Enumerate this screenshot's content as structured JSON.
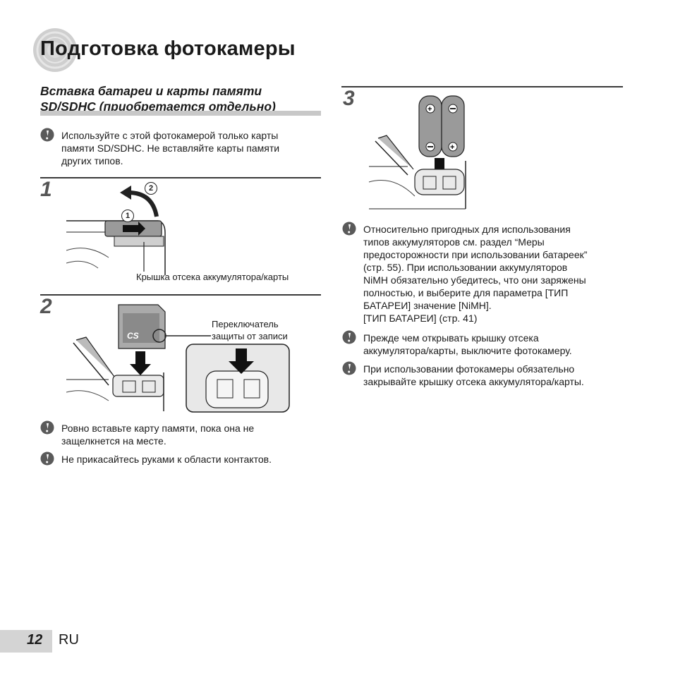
{
  "page": {
    "title": "Подготовка фотокамеры",
    "number": "12",
    "language": "RU"
  },
  "section": {
    "title_line1": "Вставка батареи и карты памяти",
    "title_line2": "SD/SDHC (приобретается отдельно)"
  },
  "left": {
    "intro_note": [
      "Используйте с этой фотокамерой только карты",
      "памяти SD/SDHC. Не вставляйте карты памяти",
      "других типов."
    ],
    "step1": {
      "number": "1",
      "marker1": "1",
      "marker2": "2",
      "caption": "Крышка отсека аккумулятора/карты"
    },
    "step2": {
      "number": "2",
      "card_logo": "CS",
      "caption_line1": "Переключатель",
      "caption_line2": "защиты от записи"
    },
    "notes": [
      [
        "Ровно вставьте карту памяти, пока она не",
        "защелкнется на месте."
      ],
      [
        "Не прикасайтесь руками к области контактов."
      ]
    ]
  },
  "right": {
    "step3": {
      "number": "3"
    },
    "notes": [
      [
        "Относительно пригодных для использования",
        "типов аккумуляторов см. раздел “Меры",
        "предосторожности при использовании батареек”",
        "(стр. 55). При использовании аккумуляторов",
        "NiMH обязательно убедитесь, что они заряжены",
        "полностью, и выберите для параметра [ТИП",
        "БАТАРЕИ] значение [NiMH].",
        "[ТИП БАТАРЕИ] (стр. 41)"
      ],
      [
        "Прежде чем открывать крышку отсека",
        "аккумулятора/карты, выключите фотокамеру."
      ],
      [
        "При использовании фотокамеры обязательно",
        "закрывайте крышку отсека аккумулятора/карты."
      ]
    ]
  },
  "icons": {
    "note": "caution-icon",
    "title_badge": "circle-badge-icon"
  },
  "colors": {
    "section_bar": "#c8c8c8",
    "page_number_box": "#d4d4d4",
    "caution_icon": "#5a5a5a"
  }
}
